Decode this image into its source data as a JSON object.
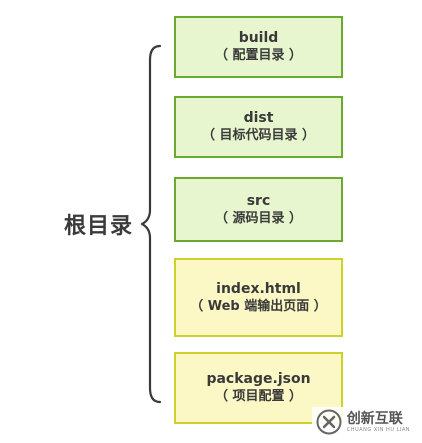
{
  "root": {
    "label": "根目录"
  },
  "nodes": [
    {
      "name": "build",
      "desc": "（ 配置目录 ）",
      "style": "green"
    },
    {
      "name": "dist",
      "desc": "（ 目标代码目录 ）",
      "style": "green"
    },
    {
      "name": "src",
      "desc": "（ 源码目录 ）",
      "style": "green"
    },
    {
      "name": "index.html",
      "desc": "（ Web 端输出页面 ）",
      "style": "yellow"
    },
    {
      "name": "package.json",
      "desc": "（ 项目配置 ）",
      "style": "yellow"
    }
  ],
  "colors": {
    "green_fill": "#e8f6cf",
    "green_border": "#6aaa2f",
    "yellow_fill": "#fbf8c6",
    "yellow_border": "#cdd12c",
    "text": "#3a3a3a"
  },
  "watermark": {
    "logo_icon": "chuangxin-logo-icon",
    "text": "创新互联",
    "subtext": "CHUANG XIN HU LIAN"
  }
}
